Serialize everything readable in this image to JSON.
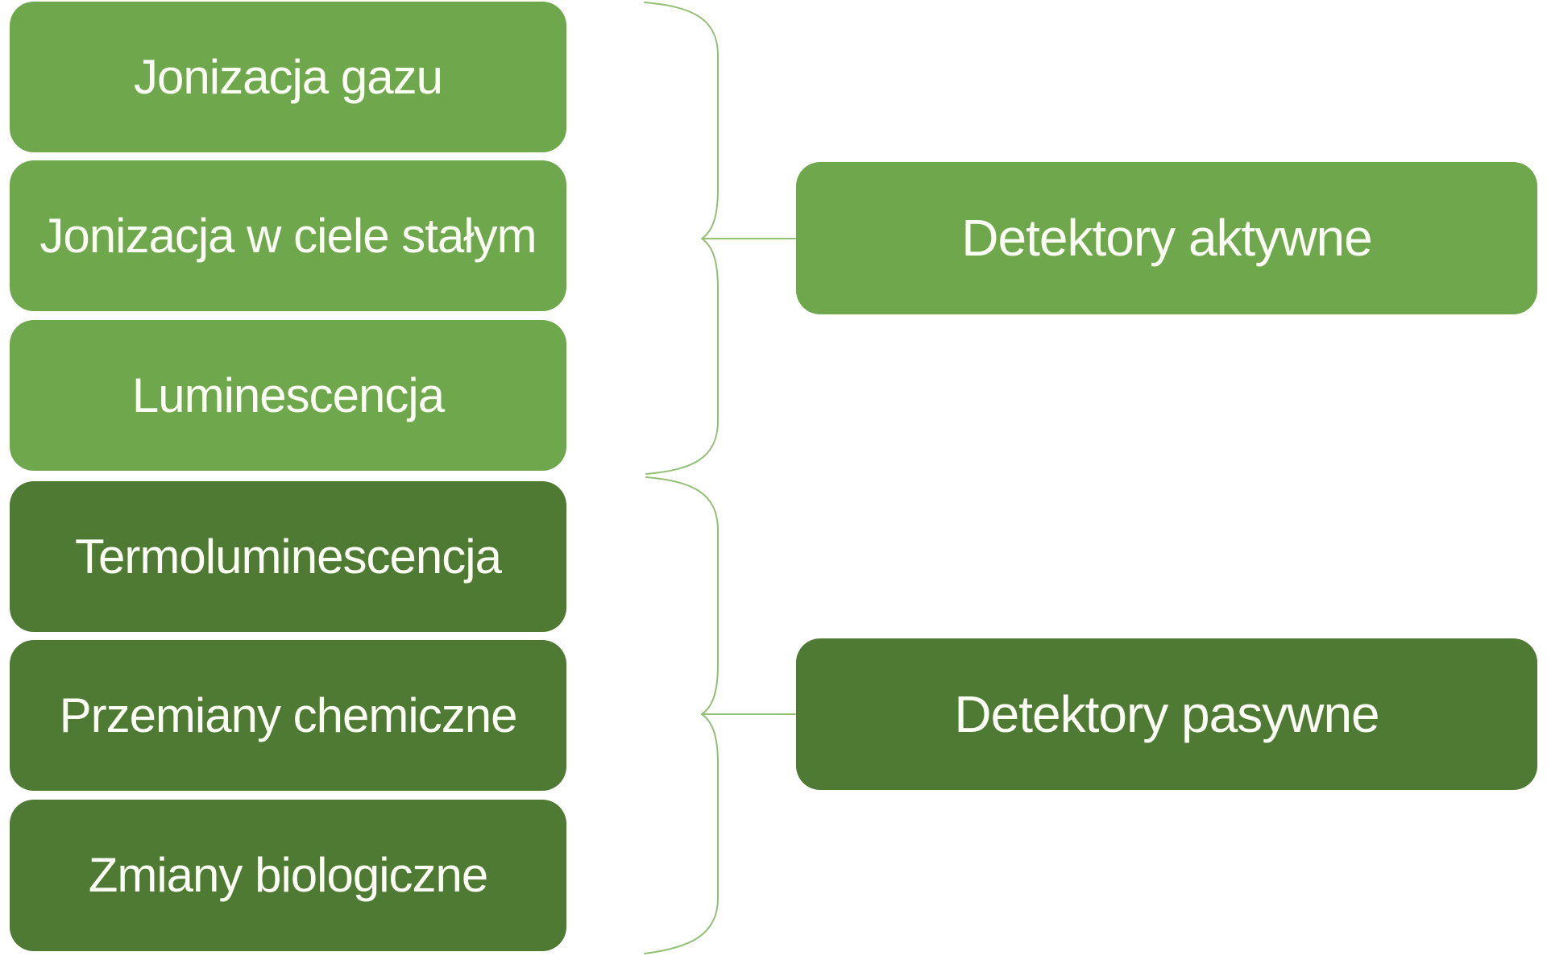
{
  "colors": {
    "light_green": "#6FA84C",
    "dark_green": "#4E7A33",
    "brace_line": "#94BF77",
    "text": "#FCFDF4",
    "background": "#FFFFFF"
  },
  "diagram": {
    "description": "Grouping diagram linking radiation detection phenomena to detector categories with curly braces",
    "methods": [
      {
        "label": "Jonizacja gazu",
        "type": "active"
      },
      {
        "label": "Jonizacja w ciele stałym",
        "type": "active"
      },
      {
        "label": "Luminescencja",
        "type": "active"
      },
      {
        "label": "Termoluminescencja",
        "type": "passive"
      },
      {
        "label": "Przemiany chemiczne",
        "type": "passive"
      },
      {
        "label": "Zmiany biologiczne",
        "type": "passive"
      }
    ],
    "groups": [
      {
        "label": "Detektory aktywne",
        "type": "active"
      },
      {
        "label": "Detektory pasywne",
        "type": "passive"
      }
    ]
  }
}
